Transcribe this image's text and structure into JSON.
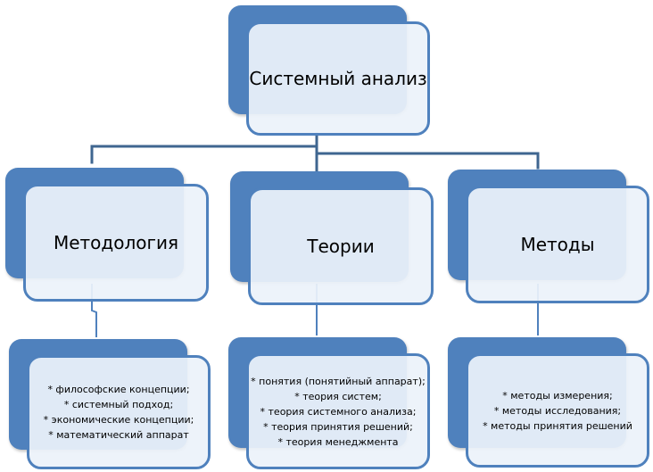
{
  "root": {
    "label": "Системный анализ"
  },
  "branches": [
    {
      "label": "Методология",
      "items": [
        "* философские концепции;",
        "* системный подход;",
        "* экономические концепции;",
        "* математический аппарат"
      ]
    },
    {
      "label": "Теории",
      "items": [
        "* понятия (понятийный аппарат);",
        "* теория систем;",
        "* теория системного анализа;",
        "* теория принятия решений;",
        "* теория менеджмента"
      ]
    },
    {
      "label": "Методы",
      "items": [
        "* методы измерения;",
        "* методы исследования;",
        "* методы принятия решений"
      ]
    }
  ],
  "colors": {
    "accent": "#4f81bd",
    "box_fill": "#ecf2fa",
    "connector": "#3f6690"
  }
}
